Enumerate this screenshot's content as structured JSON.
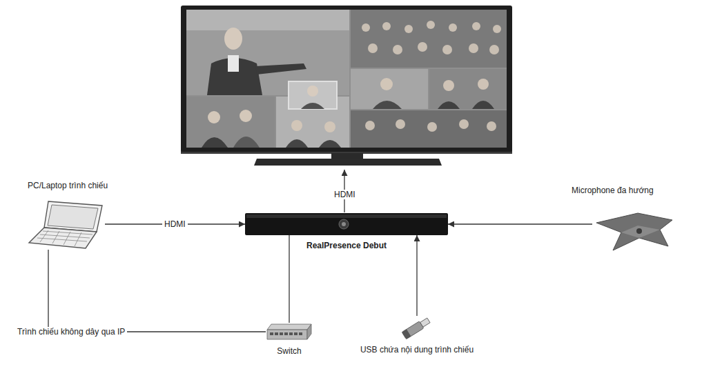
{
  "diagram": {
    "nodes": [
      {
        "text": [
          "PC/Laptop trình chiếu"
        ]
      },
      {
        "text": [
          "Microphone đa hướng"
        ]
      },
      {
        "text": [
          "RealPresence Debut"
        ]
      },
      {
        "text": [
          "Switch"
        ]
      },
      {
        "text": [
          "USB chứa nội dung trình chiếu"
        ]
      }
    ],
    "edges": [
      {
        "from": 0,
        "to": 2,
        "label": "HDMI",
        "arrow": "to"
      },
      {
        "from": 1,
        "to": 2,
        "arrow": "to"
      },
      {
        "from": 3,
        "to": 2,
        "arrow": "none"
      },
      {
        "from": 4,
        "to": 2,
        "arrow": "to"
      },
      {
        "from": 0,
        "to": 3,
        "label": "Trình chiếu không dây qua IP",
        "arrow": "none"
      }
    ],
    "labels": [
      "HDMI"
    ]
  }
}
